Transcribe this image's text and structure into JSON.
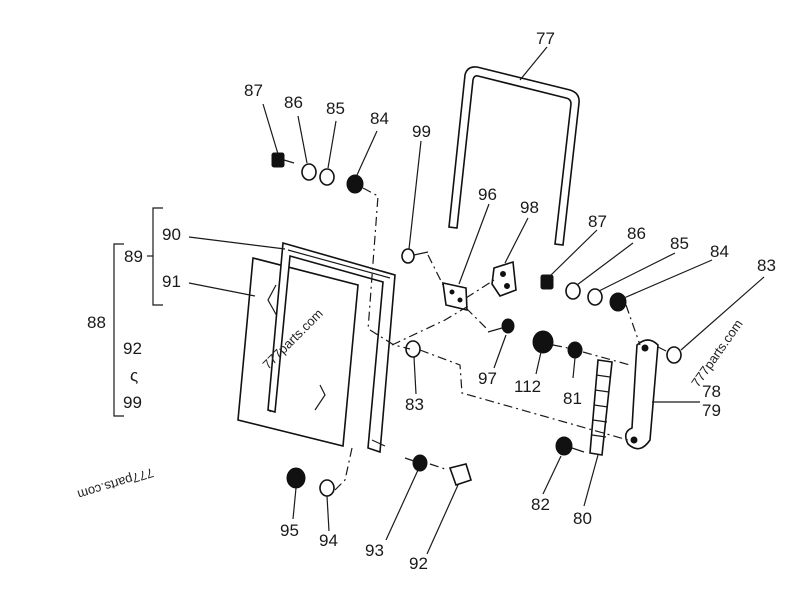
{
  "callouts": {
    "c77": "77",
    "c87a": "87",
    "c86a": "86",
    "c85a": "85",
    "c84a": "84",
    "c99a": "99",
    "c96": "96",
    "c98": "98",
    "c87b": "87",
    "c86b": "86",
    "c85b": "85",
    "c84b": "84",
    "c83a": "83",
    "c90": "90",
    "c89": "89",
    "c91": "91",
    "c88": "88",
    "c92a": "92",
    "c99b": "99",
    "c83b": "83",
    "c97": "97",
    "c112": "112",
    "c81": "81",
    "c78": "78",
    "c79": "79",
    "c82": "82",
    "c80": "80",
    "c95": "95",
    "c94": "94",
    "c93": "93",
    "c92b": "92",
    "range_sep": "ς"
  },
  "watermarks": {
    "w1": "777parts.com",
    "w2": "777parts.com",
    "w3": "777parts.com"
  }
}
